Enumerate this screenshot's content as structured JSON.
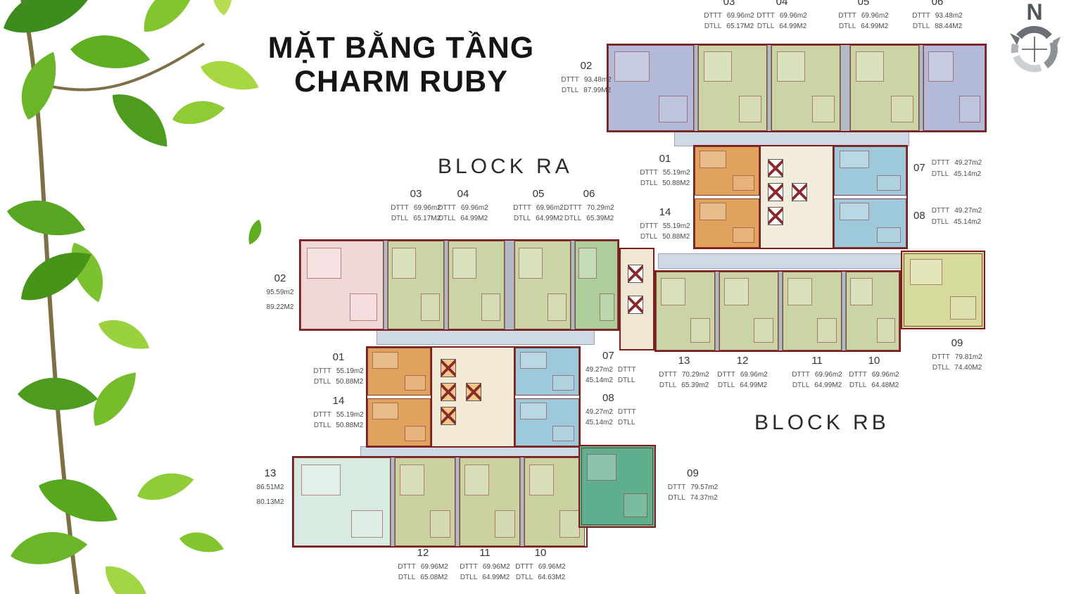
{
  "title": {
    "line1": "MẶT BẰNG TẦNG",
    "line2": "CHARM RUBY"
  },
  "compass": {
    "north_label": "N"
  },
  "blocks": {
    "ra": {
      "name": "BLOCK RA",
      "labels": {
        "top": [
          {
            "no": "03",
            "l1": "DTTT",
            "v1": "69.96m2",
            "l2": "DTLL",
            "v2": "65.17M2"
          },
          {
            "no": "04",
            "l1": "DTTT",
            "v1": "69.96m2",
            "l2": "DTLL",
            "v2": "64.99M2"
          },
          {
            "no": "05",
            "l1": "DTTT",
            "v1": "69.96m2",
            "l2": "DTLL",
            "v2": "64.99M2"
          },
          {
            "no": "06",
            "l1": "DTTT",
            "v1": "70.29m2",
            "l2": "DTLL",
            "v2": "65.39M2"
          }
        ],
        "left02": {
          "no": "02",
          "v1": "95.59m2",
          "v2": "89.22M2"
        },
        "u01": {
          "no": "01",
          "l1": "DTTT",
          "v1": "55.19m2",
          "l2": "DTLL",
          "v2": "50.88M2"
        },
        "u14": {
          "no": "14",
          "l1": "DTTT",
          "v1": "55.19m2",
          "l2": "DTLL",
          "v2": "50.88M2"
        },
        "u07": {
          "no": "07",
          "v1": "49.27m2",
          "l1": "DTTT",
          "v2": "45.14m2",
          "l2": "DTLL"
        },
        "u08": {
          "no": "08",
          "v1": "49.27m2",
          "l1": "DTTT",
          "v2": "45.14m2",
          "l2": "DTLL"
        },
        "left13": {
          "no": "13",
          "v1": "86.51M2",
          "v2": "80.13M2"
        },
        "bottom": [
          {
            "no": "12",
            "l1": "DTTT",
            "v1": "69.96M2",
            "l2": "DTLL",
            "v2": "65.08M2"
          },
          {
            "no": "11",
            "l1": "DTTT",
            "v1": "69.96M2",
            "l2": "DTLL",
            "v2": "64.99M2"
          },
          {
            "no": "10",
            "l1": "DTTT",
            "v1": "69.96M2",
            "l2": "DTLL",
            "v2": "64.63M2"
          }
        ],
        "u09": {
          "no": "09",
          "l1": "DTTT",
          "v1": "79.57m2",
          "l2": "DTLL",
          "v2": "74.37m2"
        }
      }
    },
    "rb": {
      "name": "BLOCK RB",
      "labels": {
        "top": [
          {
            "no": "03",
            "l1": "DTTT",
            "v1": "69.96m2",
            "l2": "DTLL",
            "v2": "65.17M2"
          },
          {
            "no": "04",
            "l1": "DTTT",
            "v1": "69.96m2",
            "l2": "DTLL",
            "v2": "64.99M2"
          },
          {
            "no": "05",
            "l1": "DTTT",
            "v1": "69.96m2",
            "l2": "DTLL",
            "v2": "64.99M2"
          },
          {
            "no": "06",
            "l1": "DTTT",
            "v1": "93.48m2",
            "l2": "DTLL",
            "v2": "88.44M2"
          }
        ],
        "left02": {
          "no": "02",
          "l1": "DTTT",
          "v1": "93.48m2",
          "l2": "DTLL",
          "v2": "87.99M2"
        },
        "u01": {
          "no": "01",
          "l1": "DTTT",
          "v1": "55.19m2",
          "l2": "DTLL",
          "v2": "50.88M2"
        },
        "u14": {
          "no": "14",
          "l1": "DTTT",
          "v1": "55.19m2",
          "l2": "DTLL",
          "v2": "50.88M2"
        },
        "u07": {
          "no": "07",
          "l1": "DTTT",
          "v1": "49.27m2",
          "l2": "DTLL",
          "v2": "45.14m2"
        },
        "u08": {
          "no": "08",
          "l1": "DTTT",
          "v1": "49.27m2",
          "l2": "DTLL",
          "v2": "45.14m2"
        },
        "bottom": [
          {
            "no": "13",
            "l1": "DTTT",
            "v1": "70.29m2",
            "l2": "DTLL",
            "v2": "65.39m2"
          },
          {
            "no": "12",
            "l1": "DTTT",
            "v1": "69.96m2",
            "l2": "DTLL",
            "v2": "64.99M2"
          },
          {
            "no": "11",
            "l1": "DTTT",
            "v1": "69.96m2",
            "l2": "DTLL",
            "v2": "64.99M2"
          },
          {
            "no": "10",
            "l1": "DTTT",
            "v1": "69.96m2",
            "l2": "DTLL",
            "v2": "64.48M2"
          }
        ],
        "u09": {
          "no": "09",
          "l1": "DTTT",
          "v1": "79.81m2",
          "l2": "DTLL",
          "v2": "74.40M2"
        }
      }
    }
  },
  "colors": {
    "wall": "#7a1f1f",
    "corridor": "#cfd9e6",
    "unit_lavender": "#b3b9d8",
    "unit_sage": "#cbd4a5",
    "unit_orange": "#e0a35e",
    "unit_cyan": "#9ec9da",
    "unit_pink": "#f2d7d8",
    "unit_mint": "#d7ebe1",
    "unit_teal": "#5fae8d",
    "unit_yellow_green": "#d6db9b",
    "unit_medium_green": "#aecf9b",
    "unit_olive": "#cbd2a0",
    "leaf_green": "#6fb52c",
    "compass_gray": "#6a6f75"
  }
}
